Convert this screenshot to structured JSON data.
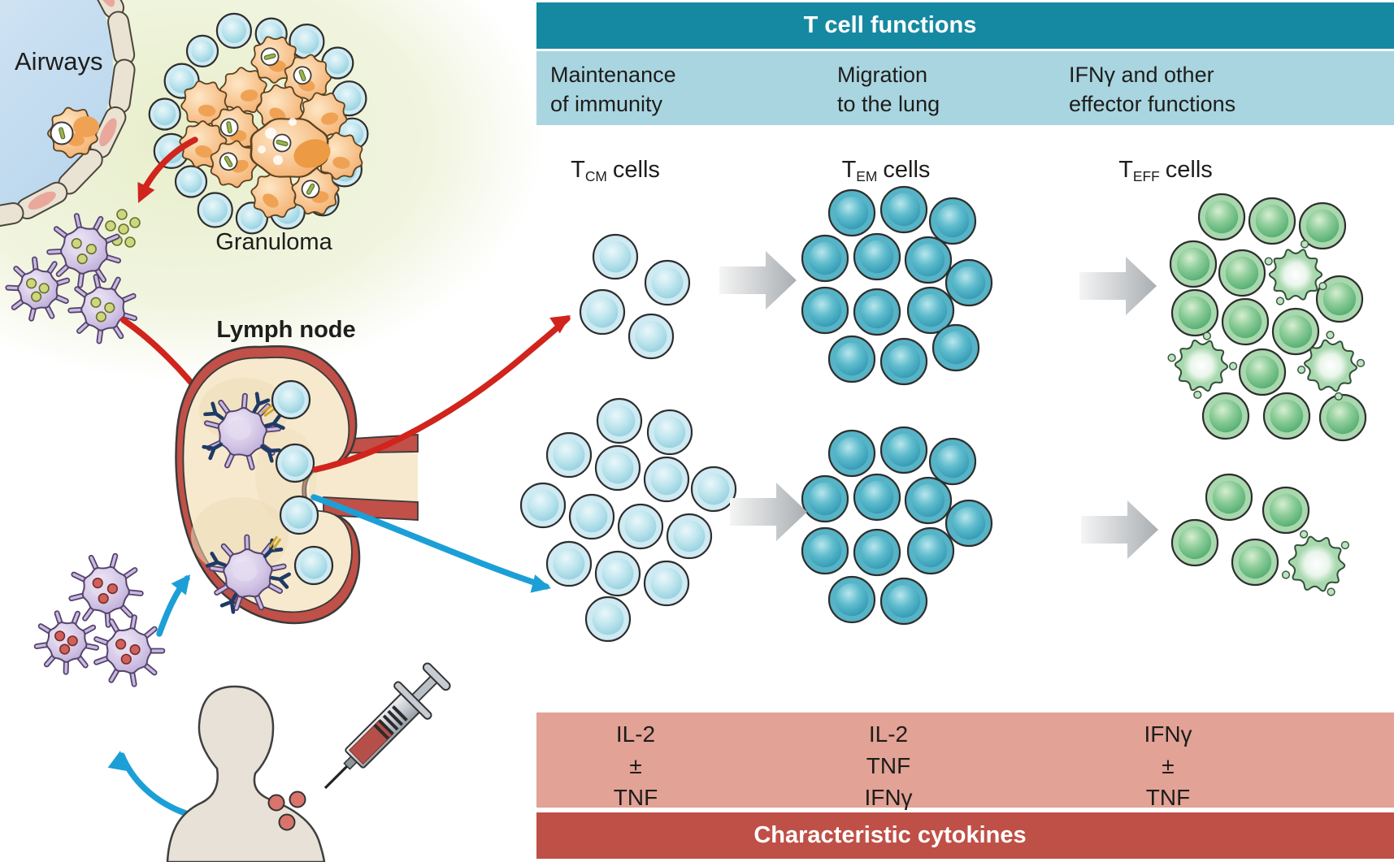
{
  "left_panel": {
    "airways_label": "Airways",
    "granuloma_label": "Granuloma",
    "lymph_node_label": "Lymph node"
  },
  "right_panel": {
    "header_title": "T cell functions",
    "footer_title": "Characteristic cytokines",
    "columns": [
      {
        "line1": "Maintenance",
        "line2": "of immunity"
      },
      {
        "line1": "Migration",
        "line2": "to the lung"
      },
      {
        "line1": "IFNγ and other",
        "line2": "effector functions"
      }
    ],
    "cell_type_labels": [
      {
        "pre": "T",
        "sub": "CM",
        "post": "cells"
      },
      {
        "pre": "T",
        "sub": "EM",
        "post": "cells"
      },
      {
        "pre": "T",
        "sub": "EFF",
        "post": "cells"
      }
    ],
    "cytokines": [
      [
        "IL-2",
        "±",
        "TNF"
      ],
      [
        "IL-2",
        "TNF",
        "IFNγ"
      ],
      [
        "IFNγ",
        "±",
        "TNF"
      ]
    ],
    "rows": [
      {
        "clusters": [
          {
            "cell_type": "TCM",
            "style": "light-blue",
            "count": 4
          },
          {
            "cell_type": "TEM",
            "style": "teal",
            "count": 13
          },
          {
            "cell_type": "TEFF",
            "style": "green",
            "count": 13,
            "blebby_count": 3
          }
        ]
      },
      {
        "clusters": [
          {
            "cell_type": "TCM",
            "style": "light-blue",
            "count": 14
          },
          {
            "cell_type": "TEM",
            "style": "teal",
            "count": 12
          },
          {
            "cell_type": "TEFF",
            "style": "green",
            "count": 4,
            "blebby_count": 1
          }
        ]
      }
    ],
    "colors": {
      "header_teal": "#1689a2",
      "subheader_blue": "#a9d5e0",
      "cytokine_salmon": "#e2a295",
      "footer_brick": "#bf5047",
      "band_text": "#1d1d1b",
      "arrow_red": "#d0241c",
      "arrow_blue": "#1c9fd6"
    }
  }
}
